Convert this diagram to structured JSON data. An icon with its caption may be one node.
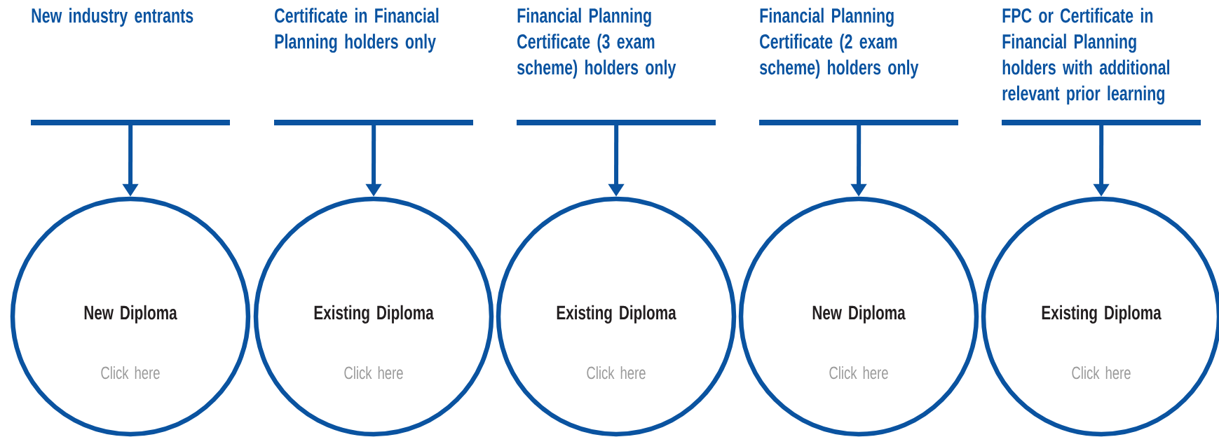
{
  "diagram": {
    "nodes": [
      {
        "text": [
          "New industry entrants"
        ]
      },
      {
        "text": [
          "New Diploma",
          "Click here"
        ]
      },
      {
        "text": [
          "Certificate in Financial Planning holders only"
        ]
      },
      {
        "text": [
          "Existing Diploma",
          "Click here"
        ]
      },
      {
        "text": [
          "Financial Planning Certificate (3 exam scheme) holders only"
        ]
      },
      {
        "text": [
          "Existing Diploma",
          "Click here"
        ]
      },
      {
        "text": [
          "Financial Planning Certificate (2 exam scheme) holders only"
        ]
      },
      {
        "text": [
          "New Diploma",
          "Click here"
        ]
      },
      {
        "text": [
          "FPC or Certificate in Financial Planning holders with additional relevant prior learning"
        ]
      },
      {
        "text": [
          "Existing Diploma",
          "Click here"
        ]
      }
    ],
    "edges": [
      {
        "from": 0,
        "to": 1,
        "arrow": "to"
      },
      {
        "from": 2,
        "to": 3,
        "arrow": "to"
      },
      {
        "from": 4,
        "to": 5,
        "arrow": "to"
      },
      {
        "from": 6,
        "to": 7,
        "arrow": "to"
      },
      {
        "from": 8,
        "to": 9,
        "arrow": "to"
      }
    ]
  }
}
